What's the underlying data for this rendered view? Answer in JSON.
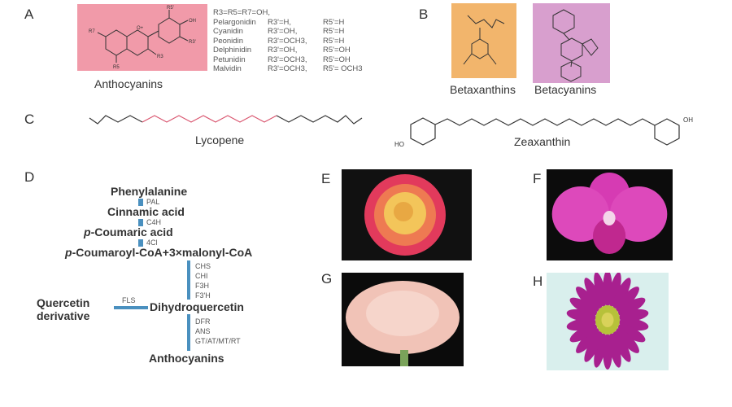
{
  "panels": {
    "a": "A",
    "b": "B",
    "c": "C",
    "d": "D",
    "e": "E",
    "f": "F",
    "g": "G",
    "h": "H"
  },
  "anthocyanins": {
    "title": "Anthocyanins",
    "common": "R3=R5=R7=OH,",
    "rows": [
      {
        "name": "Pelargonidin",
        "r3": "R3'=H,",
        "r5": "R5'=H"
      },
      {
        "name": "Cyanidin",
        "r3": "R3'=OH,",
        "r5": "R5'=H"
      },
      {
        "name": "Peonidin",
        "r3": "R3'=OCH3,",
        "r5": "R5'=H"
      },
      {
        "name": "Delphinidin",
        "r3": "R3'=OH,",
        "r5": "R5'=OH"
      },
      {
        "name": "Petunidin",
        "r3": "R3'=OCH3,",
        "r5": "R5'=OH"
      },
      {
        "name": "Malvidin",
        "r3": "R3'=OCH3,",
        "r5": "R5'= OCH3"
      }
    ],
    "color": "#f19aa9"
  },
  "betalains": {
    "betaxanthins": "Betaxanthins",
    "betacyanins": "Betacyanins",
    "color_x": "#f2b56c",
    "color_c": "#d89fce"
  },
  "carotenoids": {
    "lycopene": "Lycopene",
    "zeaxanthin": "Zeaxanthin"
  },
  "pathway": {
    "phenylalanine": "Phenylalanine",
    "pal": "PAL",
    "cinnamic": "Cinnamic acid",
    "c4h": "C4H",
    "p": "p",
    "coumaric": "-Coumaric acid",
    "fourcl": "4Cl",
    "coumaroyl": "-Coumaroyl-CoA+3×malonyl-CoA",
    "enz1": [
      "CHS",
      "CHI",
      "F3H",
      "F3'H"
    ],
    "dihydro": "Dihydroquercetin",
    "fls": "FLS",
    "quercetin1": "Quercetin",
    "quercetin2": "derivative",
    "enz2": [
      "DFR",
      "ANS",
      "GT/AT/MT/RT"
    ],
    "anthocyanins": "Anthocyanins",
    "arrow_color": "#4a90bf"
  }
}
